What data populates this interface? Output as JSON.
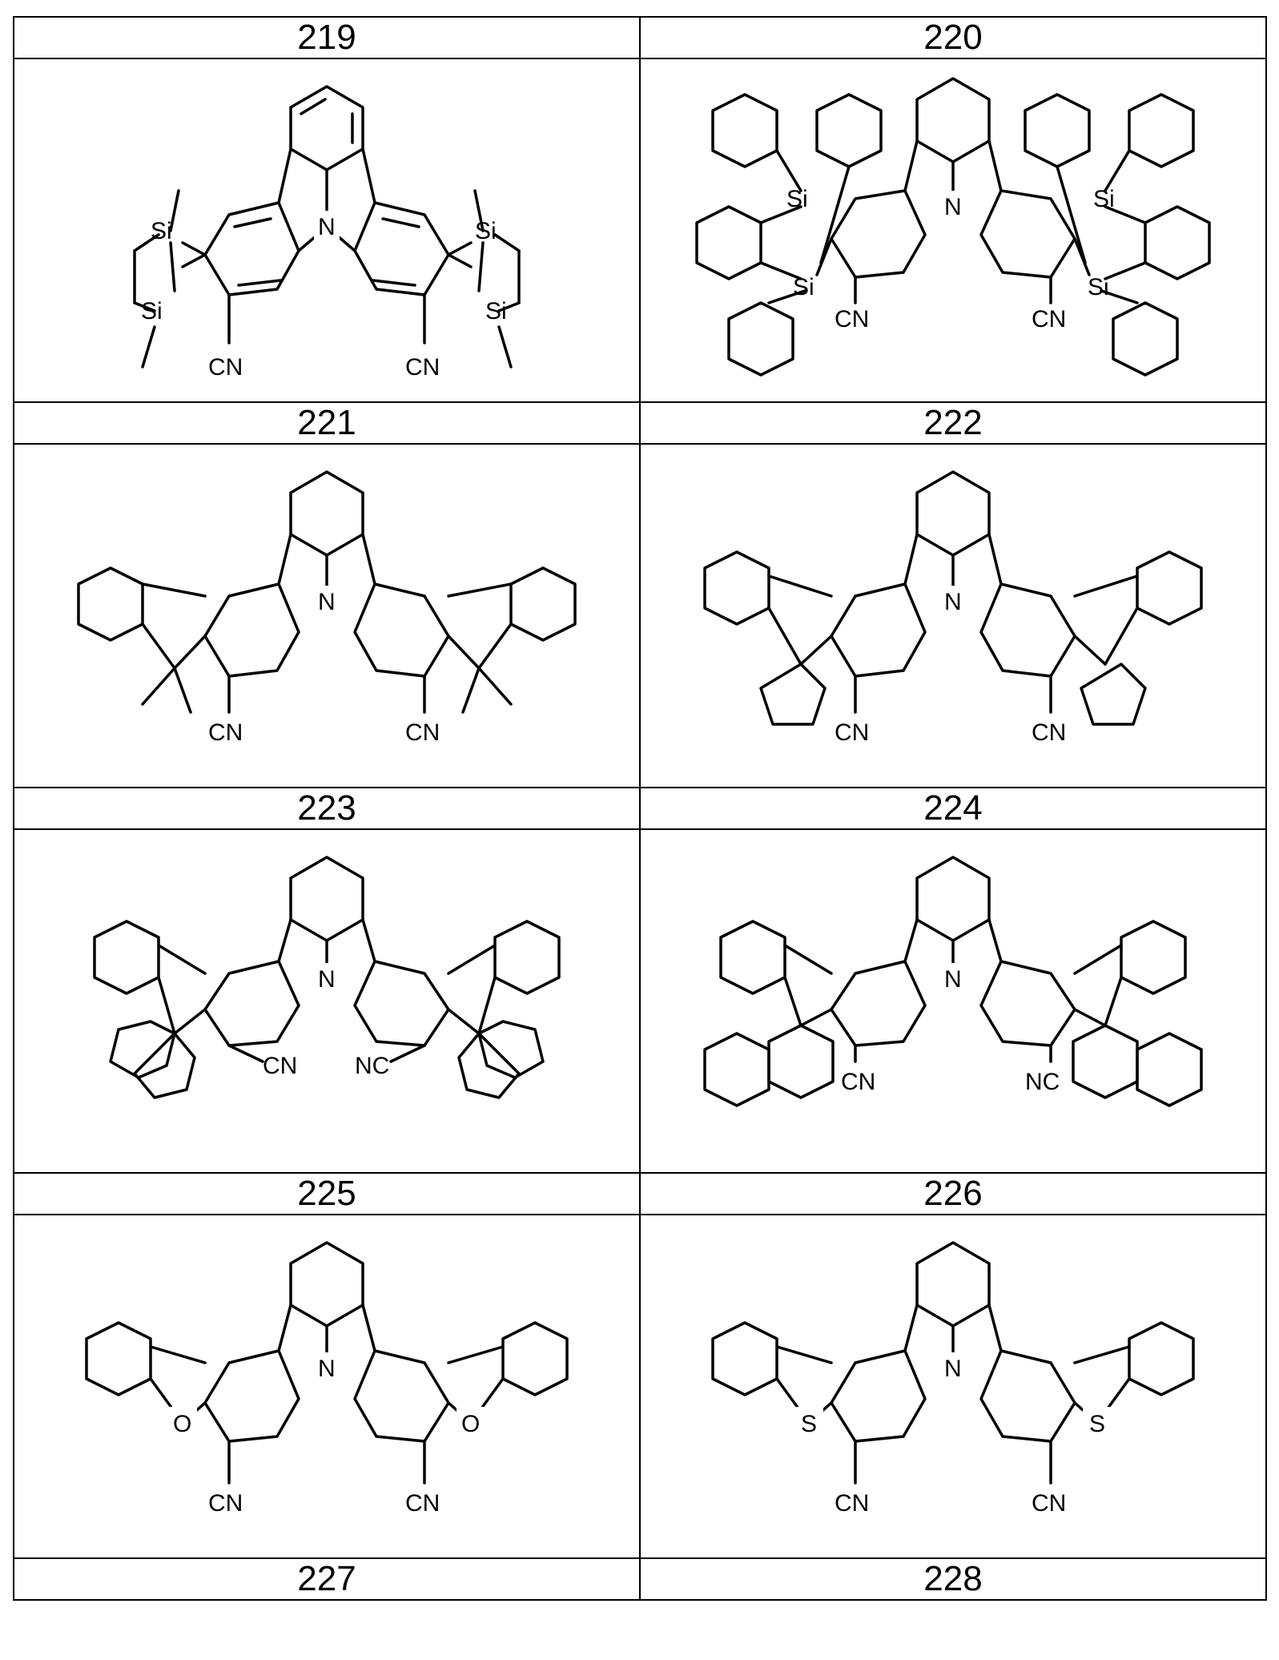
{
  "rows": [
    {
      "numbers": [
        "219",
        "220"
      ],
      "structures": [
        {
          "labels": [
            "Si",
            "Si",
            "Si",
            "Si",
            "N",
            "CN",
            "CN"
          ]
        },
        {
          "labels": [
            "Si",
            "Si",
            "Si",
            "Si",
            "N",
            "CN",
            "CN"
          ]
        }
      ]
    },
    {
      "numbers": [
        "221",
        "222"
      ],
      "structures": [
        {
          "labels": [
            "N",
            "CN",
            "CN"
          ]
        },
        {
          "labels": [
            "N",
            "CN",
            "CN"
          ]
        }
      ]
    },
    {
      "numbers": [
        "223",
        "224"
      ],
      "structures": [
        {
          "labels": [
            "N",
            "CN",
            "NC"
          ]
        },
        {
          "labels": [
            "N",
            "CN",
            "NC"
          ]
        }
      ]
    },
    {
      "numbers": [
        "225",
        "226"
      ],
      "structures": [
        {
          "labels": [
            "N",
            "O",
            "O",
            "CN",
            "CN"
          ]
        },
        {
          "labels": [
            "N",
            "S",
            "S",
            "CN",
            "CN"
          ]
        }
      ]
    }
  ],
  "footer": {
    "numbers": [
      "227",
      "228"
    ]
  }
}
